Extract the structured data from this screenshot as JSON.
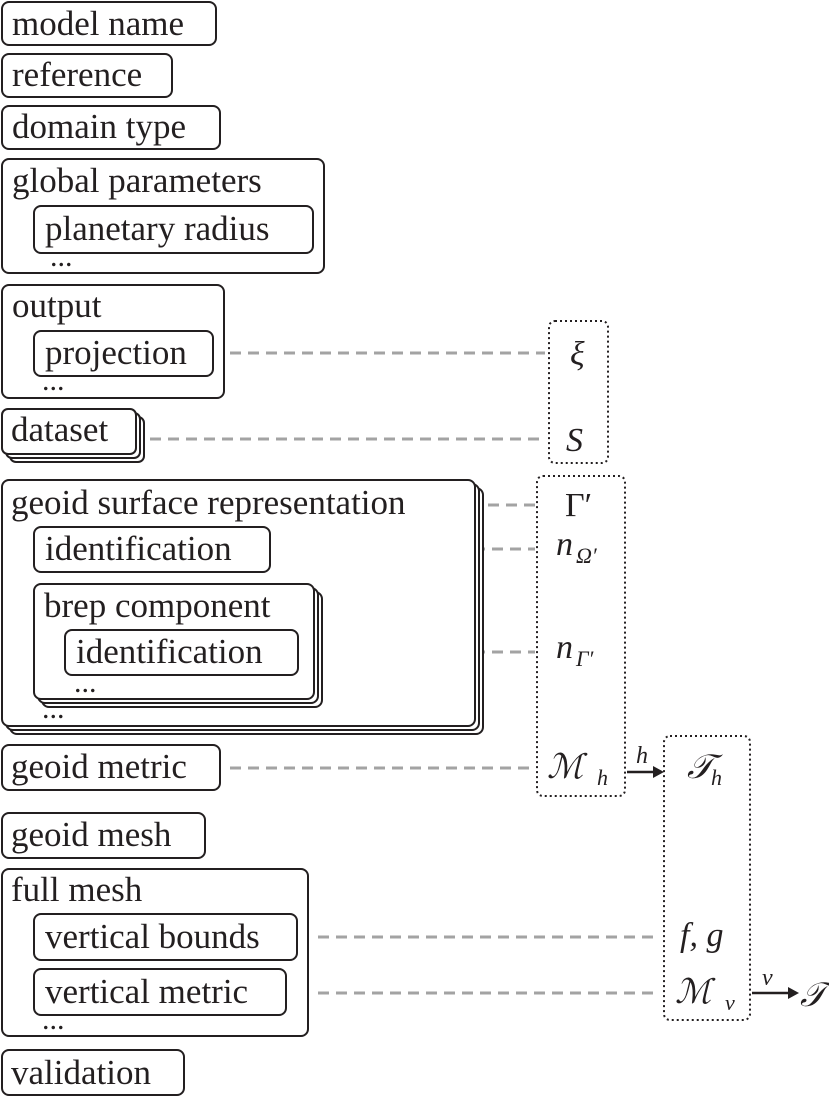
{
  "config": {
    "model_name": "model name",
    "reference": "reference",
    "domain_type": "domain type",
    "global_parameters": "global parameters",
    "planetary_radius": "planetary radius",
    "output": "output",
    "projection": "projection",
    "dataset": "dataset",
    "geoid_surface_representation": "geoid surface representation",
    "identification": "identification",
    "brep_component": "brep component",
    "brep_identification": "identification",
    "geoid_metric": "geoid metric",
    "geoid_mesh": "geoid mesh",
    "full_mesh": "full mesh",
    "vertical_bounds": "vertical bounds",
    "vertical_metric": "vertical metric",
    "validation": "validation",
    "ellipsis": "..."
  },
  "symbols": {
    "xi": "ξ",
    "S": "S",
    "gamma_prime": "Γ′",
    "n": "n",
    "n_omega_sub": "Ω′",
    "n_gamma_sub": "Γ′",
    "M": "ℳ",
    "M_h_sub": "h",
    "T": "𝒯",
    "T_h_sub": "h",
    "fg": "f, g",
    "M_v_sub": "v",
    "T_final": "𝒯"
  },
  "arrows": {
    "h_label": "h",
    "v_label": "v"
  }
}
